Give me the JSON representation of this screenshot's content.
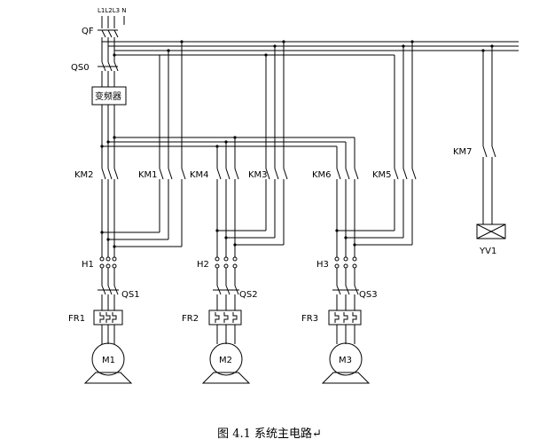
{
  "caption": "图 4.1  系统主电路↵",
  "labels": {
    "phases": "L1L2L3 N",
    "qf": "QF",
    "qs0": "QS0",
    "inverter": "变频器",
    "km1": "KM1",
    "km2": "KM2",
    "km3": "KM3",
    "km4": "KM4",
    "km5": "KM5",
    "km6": "KM6",
    "km7": "KM7",
    "h1": "H1",
    "h2": "H2",
    "h3": "H3",
    "qs1": "QS1",
    "qs2": "QS2",
    "qs3": "QS3",
    "fr1": "FR1",
    "fr2": "FR2",
    "fr3": "FR3",
    "m1": "M1",
    "m2": "M2",
    "m3": "M3",
    "yv1": "YV1"
  },
  "colors": {
    "line": "#000000",
    "background": "#ffffff"
  }
}
